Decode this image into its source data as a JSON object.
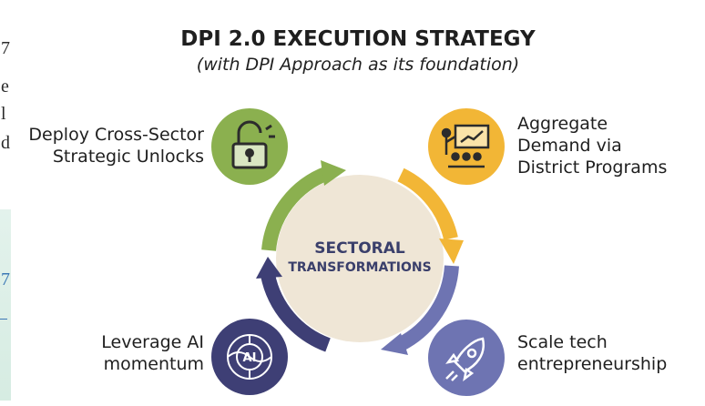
{
  "background_page": {
    "fragments": [
      "7",
      "e",
      "l",
      "d",
      "7"
    ]
  },
  "diagram": {
    "title": "DPI 2.0 EXECUTION STRATEGY",
    "subtitle": "(with DPI Approach as its foundation)",
    "center": {
      "line1": "SECTORAL",
      "line2": "TRANSFORMATIONS",
      "color": "#efe6d6"
    },
    "steps": [
      {
        "lines": [
          "Deploy Cross-Sector",
          "Strategic Unlocks"
        ],
        "icon": "lock-icon",
        "color": "#8bb04f"
      },
      {
        "lines": [
          "Aggregate",
          "Demand via",
          "District Programs"
        ],
        "icon": "presentation-icon",
        "color": "#f2b636"
      },
      {
        "lines": [
          "Scale tech",
          "entrepreneurship"
        ],
        "icon": "rocket-icon",
        "color": "#6e74b2"
      },
      {
        "lines": [
          "Leverage AI",
          "momentum"
        ],
        "icon": "ai-brain-icon",
        "color": "#3e3f75"
      }
    ]
  }
}
